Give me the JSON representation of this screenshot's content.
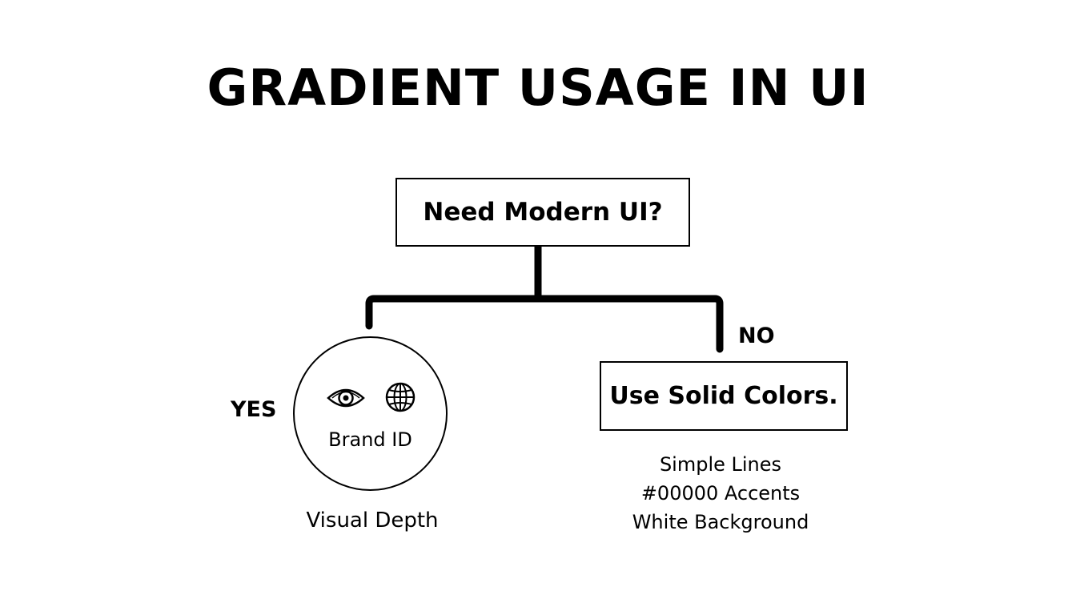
{
  "title": "GRADIENT USAGE IN UI",
  "decision": {
    "question": "Need Modern UI?",
    "yes_label": "YES",
    "no_label": "NO"
  },
  "yes_branch": {
    "icons": [
      "eye-icon",
      "globe-icon"
    ],
    "circle_label": "Brand ID",
    "caption": "Visual Depth"
  },
  "no_branch": {
    "box_label": "Use Solid Colors.",
    "notes": [
      "Simple Lines",
      "#00000 Accents",
      "White Background"
    ]
  },
  "colors": {
    "foreground": "#000000",
    "background": "#ffffff"
  }
}
